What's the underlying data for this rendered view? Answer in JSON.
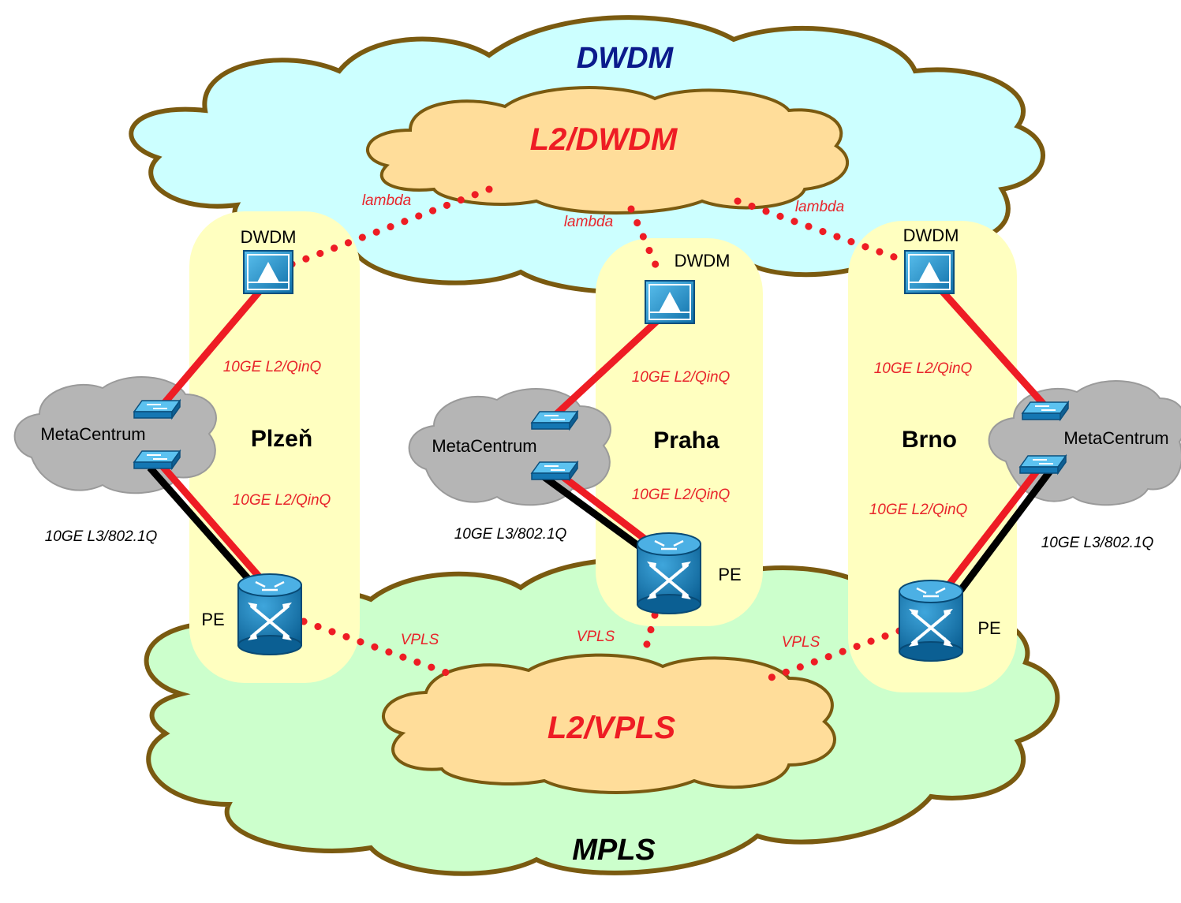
{
  "colors": {
    "dwdm_cloud": "#ccffff",
    "mpls_cloud": "#ccffcc",
    "inner_cloud": "#ffdd9a",
    "site_panel": "#ffffc0",
    "cloud_outline": "#7a5a10",
    "meta_cloud": "#b5b5b5",
    "red_link": "#ee1c24",
    "black_link": "#000000",
    "dwdm_title": "#0b1a8c",
    "device_blue": "#1a8ac8"
  },
  "clouds": {
    "dwdm": "DWDM",
    "l2dwdm": "L2/DWDM",
    "l2vpls": "L2/VPLS",
    "mpls": "MPLS"
  },
  "sites": [
    {
      "city": "Plzeň",
      "dwdm": "DWDM",
      "pe": "PE",
      "meta": "MetaCentrum",
      "link_upper": "10GE L2/QinQ",
      "link_lower": "10GE L2/QinQ",
      "l3": "10GE L3/802.1Q",
      "lambda": "lambda",
      "vpls": "VPLS"
    },
    {
      "city": "Praha",
      "dwdm": "DWDM",
      "pe": "PE",
      "meta": "MetaCentrum",
      "link_upper": "10GE L2/QinQ",
      "link_lower": "10GE L2/QinQ",
      "l3": "10GE L3/802.1Q",
      "lambda": "lambda",
      "vpls": "VPLS"
    },
    {
      "city": "Brno",
      "dwdm": "DWDM",
      "pe": "PE",
      "meta": "MetaCentrum",
      "link_upper": "10GE L2/QinQ",
      "link_lower": "10GE L2/QinQ",
      "l3": "10GE L3/802.1Q",
      "lambda": "lambda",
      "vpls": "VPLS"
    }
  ]
}
